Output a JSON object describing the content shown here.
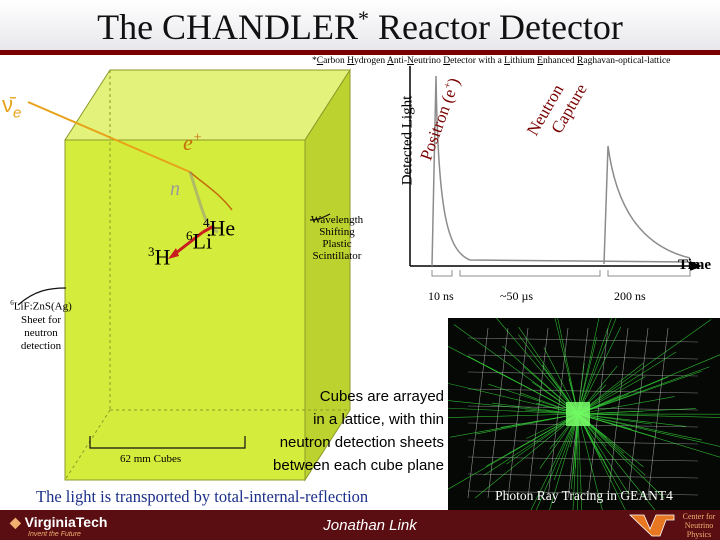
{
  "slide": {
    "title": "The CHANDLER",
    "title_sup": "*",
    "title_rest": " Reactor Detector",
    "acronym_note": {
      "prefix": "*",
      "words": [
        {
          "cap": "C",
          "rest": "arbon "
        },
        {
          "cap": "H",
          "rest": "ydrogen "
        },
        {
          "cap": "A",
          "rest": "nti-"
        },
        {
          "cap": "N",
          "rest": "eutrino "
        },
        {
          "cap": "D",
          "rest": "etector with a "
        },
        {
          "cap": "L",
          "rest": "ithium "
        },
        {
          "cap": "E",
          "rest": "nhanced "
        },
        {
          "cap": "R",
          "rest": "aghavan-optical-lattice"
        }
      ]
    },
    "accent_color": "#7a0000",
    "cube_color": "#d4ec3c"
  },
  "cube_diagram": {
    "antineutrino": "ν̄",
    "antineutrino_sub": "e",
    "positron_label": "e",
    "positron_sup": "+",
    "neutron_label": "n",
    "li_label": "Li",
    "li_sup": "6",
    "he_label": "He",
    "he_sup": "4",
    "h_label": "H",
    "h_sup": "3",
    "wls_label": [
      "Wavelength",
      "Shifting",
      "Plastic",
      "Scintillator"
    ],
    "lif_label": [
      "LiF:ZnS(Ag)",
      "Sheet for",
      "neutron",
      "detection"
    ],
    "lif_sup": "6",
    "size_label": "62 mm Cubes"
  },
  "signal_plot": {
    "ylabel": "Detected Light",
    "xlabel": "Time",
    "positron_peak": "Positron (e",
    "positron_peak_sup": "+",
    "positron_peak_end": ")",
    "neutron_peak_1": "Neutron",
    "neutron_peak_2": "Capture",
    "tick_labels": [
      "10 ns",
      "~50 µs",
      "200 ns"
    ]
  },
  "text_block": {
    "lines": [
      "Cubes are arrayed",
      "in a lattice, with thin",
      "neutron detection sheets",
      "between each cube plane"
    ],
    "tir": "The light is transported by total-internal-reflection"
  },
  "geant": {
    "caption": "Photon Ray Tracing in GEANT4"
  },
  "footer": {
    "university": "VirginiaTech",
    "tagline": "Invent the Future",
    "presenter": "Jonathan Link",
    "center_name": [
      "Center for",
      "Neutrino",
      "Physics"
    ]
  }
}
